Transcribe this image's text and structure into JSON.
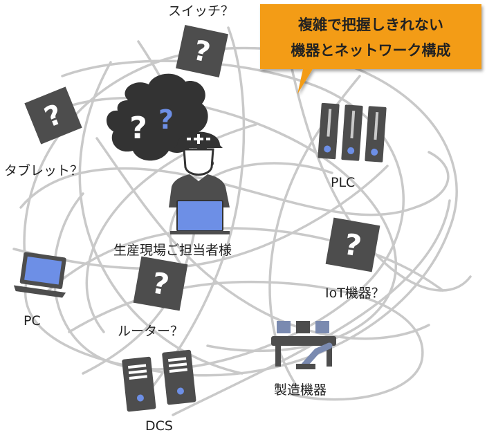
{
  "callout": {
    "line1": "複雑で把握しきれない",
    "line2": "機器とネットワーク構成",
    "color": "#f39c12"
  },
  "labels": {
    "switch": "スイッチ？",
    "tablet": "タブレット？",
    "plc": "PLC",
    "person": "生産現場ご担当者様",
    "pc": "PC",
    "iot": "IoT機器？",
    "router": "ルーター？",
    "manufacturing": "製造機器",
    "dcs": "DCS"
  },
  "icons": {
    "question_glyph": "?",
    "thought_glyphs": "?",
    "unknown": "question-box-icon",
    "plc": "server-rack-icon",
    "person": "worker-with-laptop-icon",
    "pc": "laptop-icon",
    "manufacturing": "conveyor-robot-icon",
    "dcs": "server-tower-icon"
  },
  "colors": {
    "icon_dark": "#4d4d4d",
    "accent_blue": "#6d8fe6",
    "cable": "#c9c9c9",
    "box_purple": "#7a8ab0"
  }
}
